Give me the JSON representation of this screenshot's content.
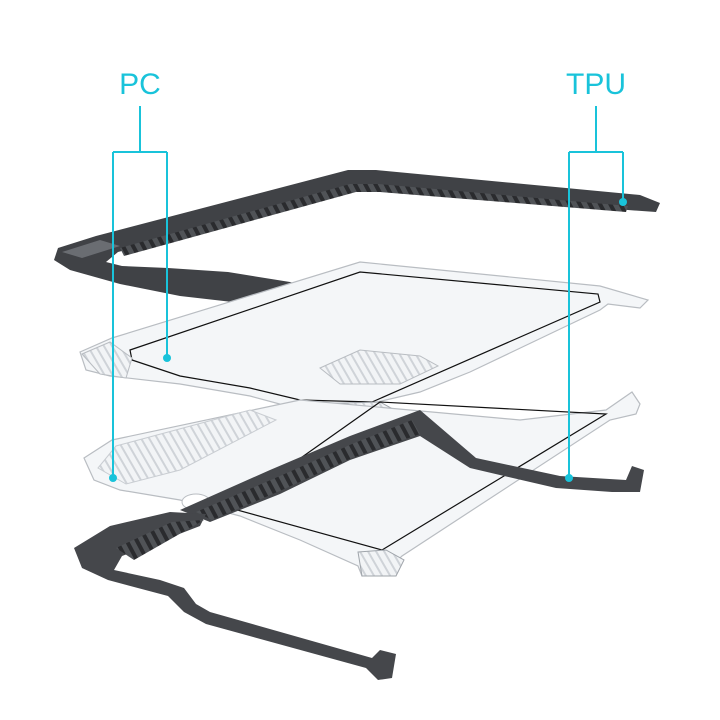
{
  "labels": {
    "left": "PC",
    "right": "TPU"
  },
  "colors": {
    "callout": "#19c3da",
    "tpu_dark": "#3f4145",
    "tpu_mid": "#55585c",
    "tpu_ribs": "#2a2b2e",
    "pc_edge": "#b9bdc2",
    "pc_fill": "#f4f6f8",
    "pc_line": "#111111"
  },
  "icons": {
    "callout_dot": "dot-marker"
  }
}
